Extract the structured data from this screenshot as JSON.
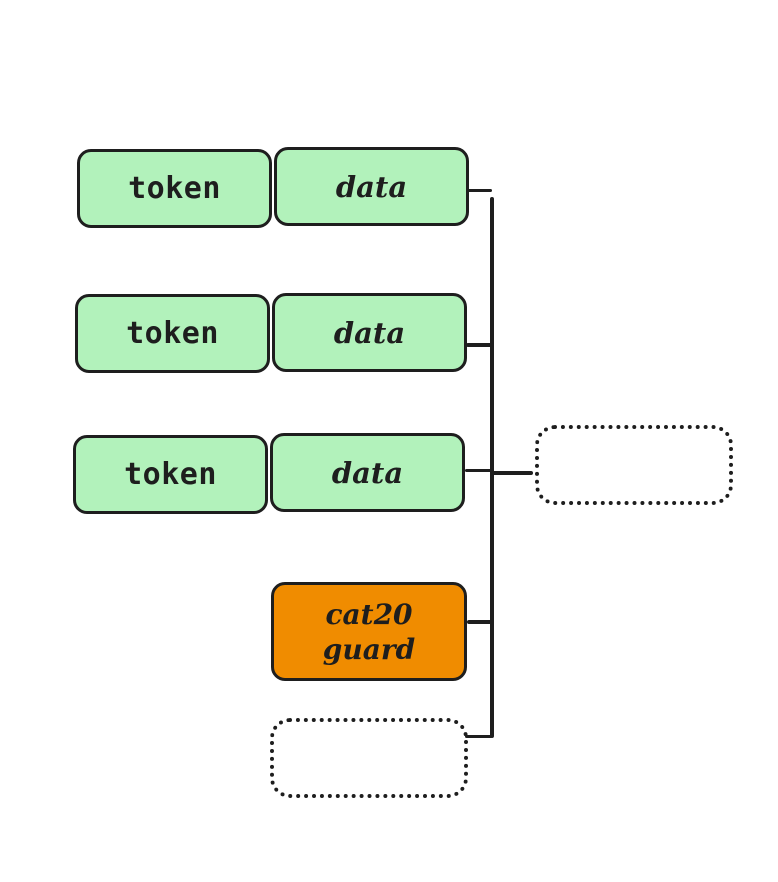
{
  "diagram": {
    "rows": [
      {
        "token_label": "token",
        "data_label": "data"
      },
      {
        "token_label": "token",
        "data_label": "data"
      },
      {
        "token_label": "token",
        "data_label": "data"
      }
    ],
    "guard": {
      "line1": "cat20",
      "line2": "guard"
    },
    "colors": {
      "green_fill": "#b2f2bb",
      "orange_fill": "#f08c00",
      "stroke": "#1e1e1e"
    }
  }
}
